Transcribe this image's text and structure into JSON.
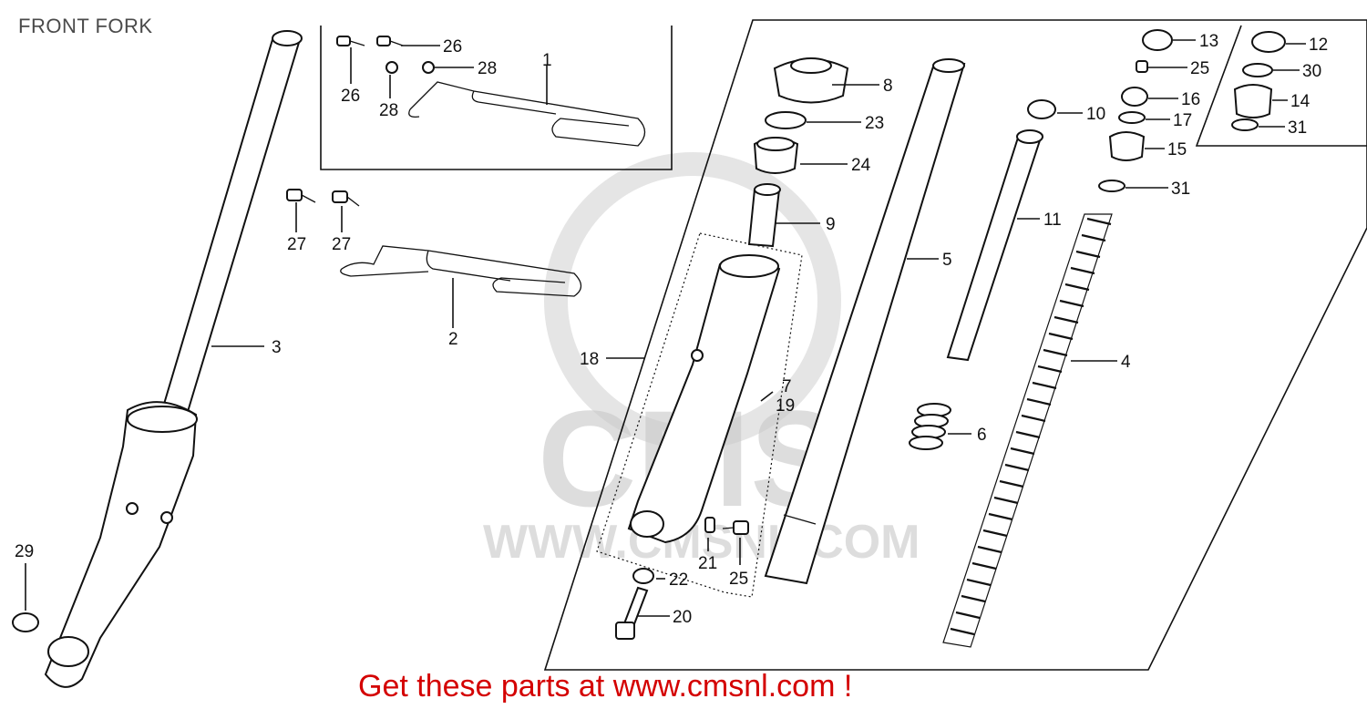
{
  "title": "FRONT FORK",
  "footer": "Get these parts at www.cmsnl.com !",
  "watermark": {
    "big": "CMS",
    "site": "WWW.CMSNL.COM"
  },
  "colors": {
    "footer": "#d40000",
    "title": "#4a4a4a",
    "ink": "#111111"
  },
  "callouts": [
    {
      "id": "c26a",
      "text": "26"
    },
    {
      "id": "c26b",
      "text": "26"
    },
    {
      "id": "c28a",
      "text": "28"
    },
    {
      "id": "c28b",
      "text": "28"
    },
    {
      "id": "c1",
      "text": "1"
    },
    {
      "id": "c27a",
      "text": "27"
    },
    {
      "id": "c27b",
      "text": "27"
    },
    {
      "id": "c2",
      "text": "2"
    },
    {
      "id": "c3",
      "text": "3"
    },
    {
      "id": "c29",
      "text": "29"
    },
    {
      "id": "c8",
      "text": "8"
    },
    {
      "id": "c23",
      "text": "23"
    },
    {
      "id": "c24",
      "text": "24"
    },
    {
      "id": "c9",
      "text": "9"
    },
    {
      "id": "c18",
      "text": "18"
    },
    {
      "id": "c7",
      "text": "7"
    },
    {
      "id": "c19",
      "text": "19"
    },
    {
      "id": "c21",
      "text": "21"
    },
    {
      "id": "c25a",
      "text": "25"
    },
    {
      "id": "c22",
      "text": "22"
    },
    {
      "id": "c20",
      "text": "20"
    },
    {
      "id": "c5",
      "text": "5"
    },
    {
      "id": "c6",
      "text": "6"
    },
    {
      "id": "c10",
      "text": "10"
    },
    {
      "id": "c11",
      "text": "11"
    },
    {
      "id": "c4",
      "text": "4"
    },
    {
      "id": "c13",
      "text": "13"
    },
    {
      "id": "c25b",
      "text": "25"
    },
    {
      "id": "c16",
      "text": "16"
    },
    {
      "id": "c17",
      "text": "17"
    },
    {
      "id": "c15",
      "text": "15"
    },
    {
      "id": "c31a",
      "text": "31"
    },
    {
      "id": "c12",
      "text": "12"
    },
    {
      "id": "c30",
      "text": "30"
    },
    {
      "id": "c14",
      "text": "14"
    },
    {
      "id": "c31b",
      "text": "31"
    }
  ]
}
